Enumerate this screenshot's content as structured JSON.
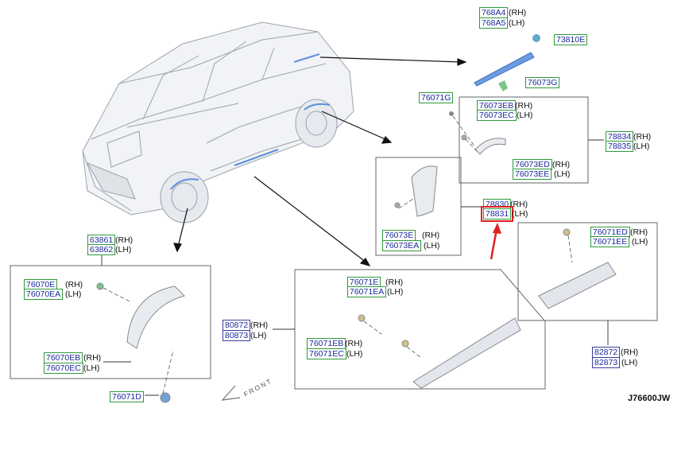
{
  "diagram_code": "J76600JW",
  "front_label": "FRONT",
  "side_rh": "(RH)",
  "side_lh": "(LH)",
  "colors": {
    "selected_outline": "#e02020",
    "label_green_border": "#2f9a3a",
    "label_purple_border": "#3c3c9c",
    "label_text": "#1a2a9c",
    "arrow_red": "#e02020"
  },
  "parts": {
    "p768A4": "768A4",
    "p768A5": "768A5",
    "p73810E": "73810E",
    "p76073G": "76073G",
    "p76071G": "76071G",
    "p76073EB": "76073EB",
    "p76073EC": "76073EC",
    "p78834": "78834",
    "p78835": "78835",
    "p76073ED": "76073ED",
    "p76073EE": "76073EE",
    "p78830": "78830",
    "p78831": "78831",
    "p76073E": "76073E",
    "p76073EA": "76073EA",
    "p76071ED": "76071ED",
    "p76071EE": "76071EE",
    "p82872": "82872",
    "p82873": "82873",
    "p63861": "63861",
    "p63862": "63862",
    "p76070E": "76070E",
    "p76070EA": "76070EA",
    "p76070EB": "76070EB",
    "p76070EC": "76070EC",
    "p76071D": "76071D",
    "p76071E": "76071E",
    "p76071EA": "76071EA",
    "p80872": "80872",
    "p80873": "80873",
    "p76071EB": "76071EB",
    "p76071EC": "76071EC"
  }
}
